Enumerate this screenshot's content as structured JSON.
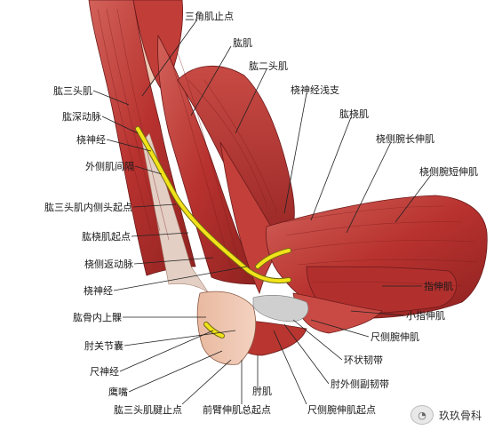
{
  "labels": {
    "deltoid_insertion": "三角肌止点",
    "brachialis": "肱肌",
    "biceps": "肱二头肌",
    "radial_nerve_superficial_branch": "桡神经浅支",
    "triceps": "肱三头肌",
    "brachioradialis": "肱桡肌",
    "deep_brachial_artery": "肱深动脉",
    "ecrl": "桡侧腕长伸肌",
    "radial_nerve_upper": "桡神经",
    "ecrb": "桡侧腕短伸肌",
    "lateral_intermuscular_septum": "外侧肌间隔",
    "triceps_medial_head_origin": "肱三头肌内侧头起点",
    "brachioradialis_origin": "肱桡肌起点",
    "radial_recurrent_artery": "桡侧返动脉",
    "radial_nerve_lower": "桡神经",
    "extensor_digitorum": "指伸肌",
    "medial_epicondyle": "肱骨内上髁",
    "extensor_digiti_minimi": "小指伸肌",
    "elbow_joint_capsule": "肘关节囊",
    "ecu": "尺侧腕伸肌",
    "ulnar_nerve": "尺神经",
    "annular_ligament": "环状韧带",
    "olecranon": "鹰嘴",
    "lateral_accessory_collateral_ligament": "肘外侧副韧带",
    "anconeus": "肘肌",
    "triceps_tendon_insertion": "肱三头肌腱止点",
    "common_extensor_origin": "前臂伸肌总起点",
    "ecu_origin": "尺侧腕伸肌起点"
  },
  "watermark": {
    "text": "玖玖骨科",
    "icon": "wechat-logo-icon"
  },
  "colors": {
    "muscle": "#b8322f",
    "muscle_light": "#cf5a52",
    "nerve": "#f1e21a",
    "bone": "#e9d9cf"
  }
}
